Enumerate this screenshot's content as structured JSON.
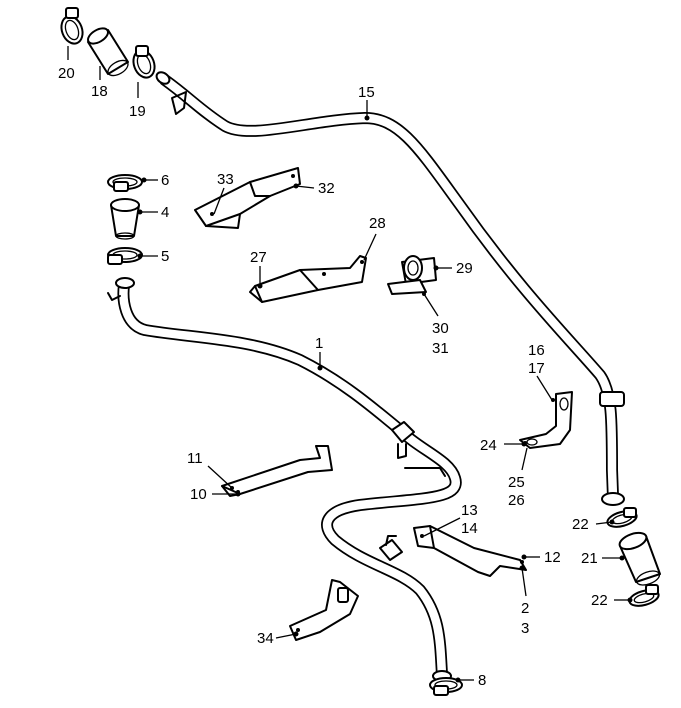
{
  "callouts": {
    "c1": "1",
    "c2": "2",
    "c3": "3",
    "c4": "4",
    "c5": "5",
    "c6": "6",
    "c8": "8",
    "c10": "10",
    "c11": "11",
    "c12": "12",
    "c13": "13",
    "c14": "14",
    "c15": "15",
    "c16": "16",
    "c17": "17",
    "c18": "18",
    "c19": "19",
    "c20": "20",
    "c21": "21",
    "c22a": "22",
    "c22b": "22",
    "c24": "24",
    "c25": "25",
    "c26": "26",
    "c27": "27",
    "c28": "28",
    "c29": "29",
    "c30": "30",
    "c31": "31",
    "c32": "32",
    "c33": "33",
    "c34": "34"
  }
}
